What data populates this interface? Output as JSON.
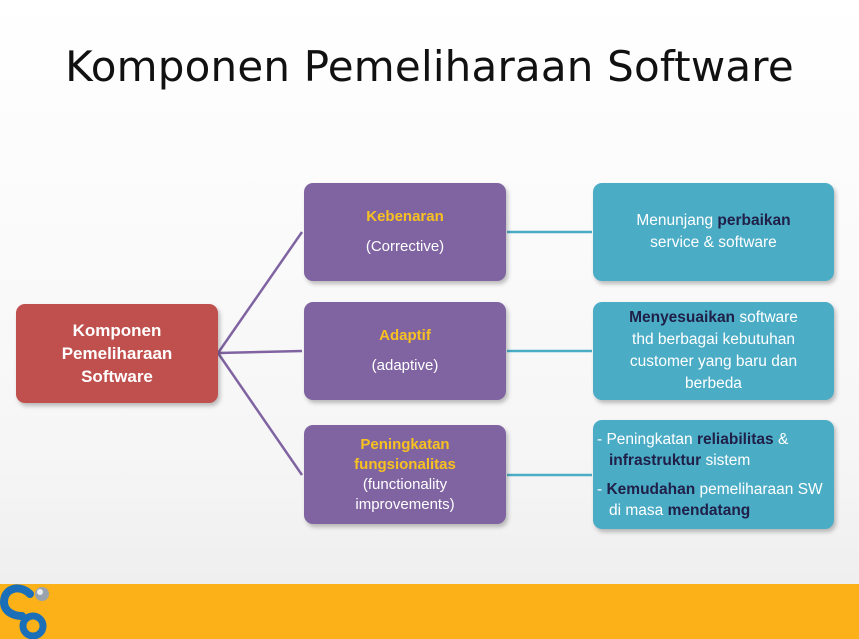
{
  "title": "Komponen Pemeliharaan Software",
  "root": {
    "lines": [
      "Komponen",
      "Pemeliharaan",
      "Software"
    ]
  },
  "categories": [
    {
      "name": "Kebenaran",
      "sub": "(Corrective)"
    },
    {
      "name": "Adaptif",
      "sub": "(adaptive)"
    },
    {
      "name_lines": [
        "Peningkatan",
        "fungsionalitas"
      ],
      "sub_lines": [
        "(functionality",
        "improvements)"
      ]
    }
  ],
  "details": {
    "corrective": {
      "line1_plain": "Menunjang ",
      "line1_bold": "perbaikan",
      "line2": "service & software"
    },
    "adaptive": {
      "bold": "Menyesuaikan",
      "rest1": " software",
      "line2": "thd berbagai kebutuhan",
      "line3": "customer yang baru dan",
      "line4": "berbeda"
    },
    "functionality": {
      "b1_prefix": "- Peningkatan ",
      "b1_bold1": "reliabilitas",
      "b1_mid": " & ",
      "b1_bold2": "infrastruktur",
      "b1_suffix": " sistem",
      "b2_prefix": "- ",
      "b2_bold1": "Kemudahan",
      "b2_mid": " pemeliharaan SW di masa ",
      "b2_bold2": "mendatang"
    }
  },
  "colors": {
    "root": "#c0504d",
    "category": "#8064a2",
    "detail": "#4bacc6",
    "category_highlight": "#f7c11f",
    "connector_category": "#8064a2",
    "connector_detail": "#4bacc6",
    "footer": "#fbb117"
  },
  "logo": {
    "icon": "logo-mark-icon"
  }
}
